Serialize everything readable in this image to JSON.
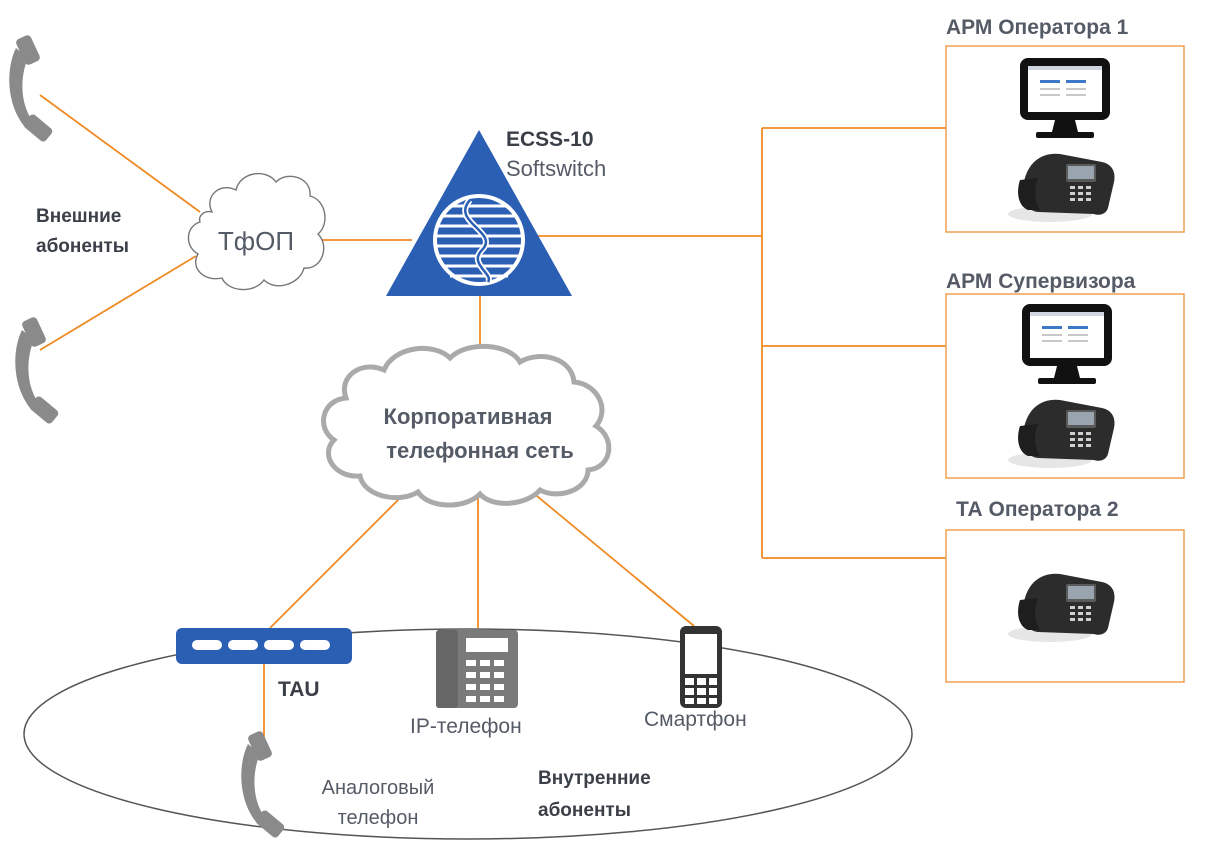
{
  "external": {
    "line1": "Внешние",
    "line2": "абоненты"
  },
  "pstn": {
    "label": "ТфОП"
  },
  "softswitch": {
    "name": "ECSS-10",
    "type": "Softswitch"
  },
  "corp_network": {
    "line1": "Корпоративная",
    "line2": "телефонная сеть"
  },
  "internal": {
    "line1": "Внутренние",
    "line2": "абоненты"
  },
  "tau": {
    "label": "TAU"
  },
  "ip_phone": {
    "label": "IP-телефон"
  },
  "smartphone": {
    "label": "Смартфон"
  },
  "analog_phone": {
    "line1": "Аналоговый",
    "line2": "телефон"
  },
  "operator1": {
    "title": "АРМ Оператора 1"
  },
  "supervisor": {
    "title": "АРМ Супервизора"
  },
  "operator2": {
    "title": "ТА Оператора 2"
  },
  "colors": {
    "link": "#f08a24",
    "accent": "#2b5fb4",
    "box_border": "#f0a050",
    "cloud": "#aaaaaa"
  },
  "icons": {
    "handset": "handset-icon",
    "softswitch": "softswitch-triangle-icon",
    "tau": "tau-gateway-icon",
    "ip_phone": "desk-phone-icon",
    "smartphone": "smartphone-icon",
    "monitor": "monitor-icon"
  }
}
